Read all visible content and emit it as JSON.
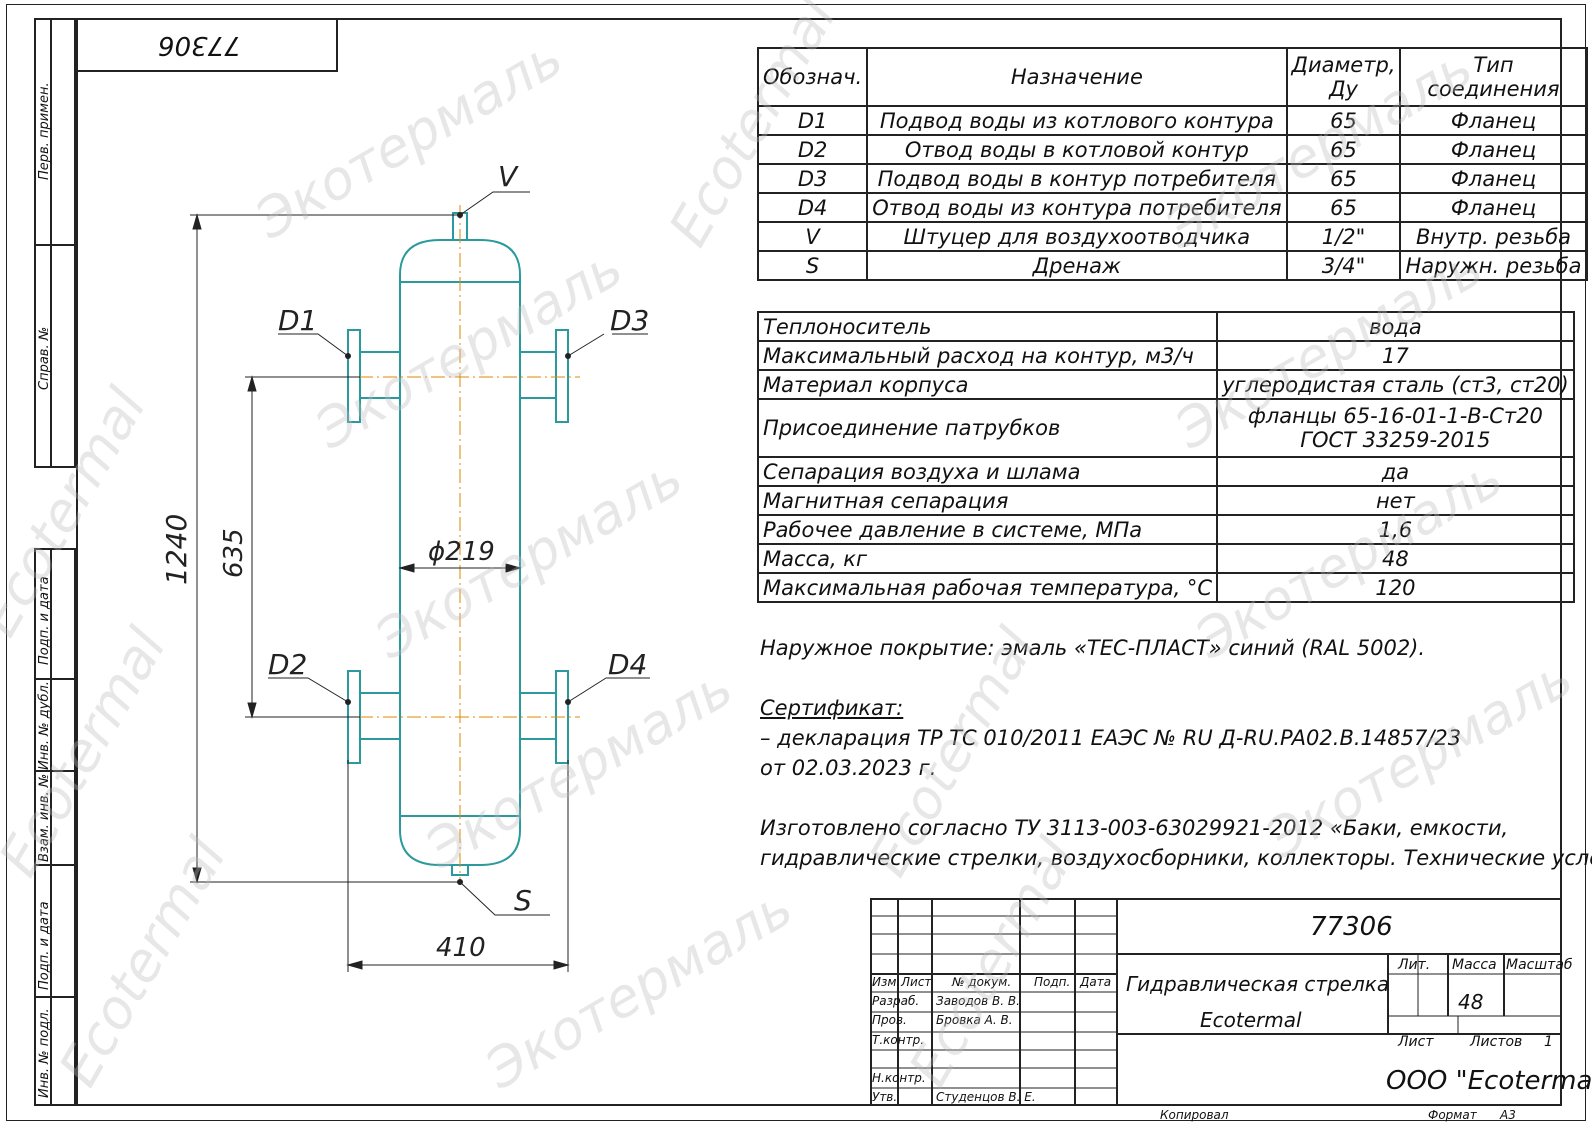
{
  "stamp_number_rotated": "77306",
  "side_labels": [
    "Перв. примен.",
    "Справ. №",
    "Подп. и дата",
    "Инв. № дубл.",
    "Взам. инв. №",
    "Подп. и дата",
    "Инв. № подл."
  ],
  "drawing": {
    "labels": {
      "v": "V",
      "s": "S",
      "d1": "D1",
      "d2": "D2",
      "d3": "D3",
      "d4": "D4",
      "dim_total": "1240",
      "dim_between": "635",
      "dim_diameter": "ϕ219",
      "dim_width": "410"
    },
    "colors": {
      "body": "#2b9a9e",
      "axis": "#e08a00",
      "lines": "#222222"
    }
  },
  "connections_table": {
    "headers": [
      "Обознач.",
      "Назначение",
      "Диаметр, Ду",
      "Тип соединения"
    ],
    "rows": [
      [
        "D1",
        "Подвод воды из котлового контура",
        "65",
        "Фланец"
      ],
      [
        "D2",
        "Отвод воды в котловой контур",
        "65",
        "Фланец"
      ],
      [
        "D3",
        "Подвод воды в контур потребителя",
        "65",
        "Фланец"
      ],
      [
        "D4",
        "Отвод воды из контура потребителя",
        "65",
        "Фланец"
      ],
      [
        "V",
        "Штуцер для воздухоотводчика",
        "1/2\"",
        "Внутр. резьба"
      ],
      [
        "S",
        "Дренаж",
        "3/4\"",
        "Наружн. резьба"
      ]
    ]
  },
  "specs_table": {
    "rows": [
      [
        "Теплоноситель",
        "вода"
      ],
      [
        "Максимальный расход на контур, м3/ч",
        "17"
      ],
      [
        "Материал корпуса",
        "углеродистая сталь (ст3, ст20)"
      ],
      [
        "Присоединение патрубков",
        "фланцы 65-16-01-1-В-Ст20\nГОСТ 33259-2015"
      ],
      [
        "Сепарация воздуха и шлама",
        "да"
      ],
      [
        "Магнитная сепарация",
        "нет"
      ],
      [
        "Рабочее давление в системе, МПа",
        "1,6"
      ],
      [
        "Масса, кг",
        "48"
      ],
      [
        "Максимальная рабочая температура, °C",
        "120"
      ]
    ]
  },
  "notes": {
    "coating": "Наружное покрытие: эмаль «ТЕС-ПЛАСТ» синий (RAL 5002).",
    "cert_title": "Сертификат:",
    "cert_line1": "– декларация ТР ТС 010/2011 ЕАЭС № RU Д-RU.PA02.B.14857/23",
    "cert_line2": "от 02.03.2023 г.",
    "tu_line1": "Изготовлено согласно ТУ 3113-003-63029921-2012 «Баки, емкости,",
    "tu_line2": "гидравлические стрелки, воздухосборники, коллекторы. Технические условия»."
  },
  "title_block": {
    "doc_number": "77306",
    "name_line1": "Гидравлическая стрелка",
    "name_line2": "Ecotermal",
    "col_headers": [
      "Изм.",
      "Лист",
      "№ докум.",
      "Подп.",
      "Дата"
    ],
    "roles": [
      {
        "role": "Разраб.",
        "name": "Заводов В. В."
      },
      {
        "role": "Пров.",
        "name": "Бровка А. В."
      },
      {
        "role": "Т.контр.",
        "name": ""
      },
      {
        "role": "",
        "name": ""
      },
      {
        "role": "Н.контр.",
        "name": ""
      },
      {
        "role": "Утв.",
        "name": "Студенцов В. Е."
      }
    ],
    "lit_label": "Лит.",
    "mass_label": "Масса",
    "scale_label": "Масштаб",
    "mass_value": "48",
    "sheet_label": "Лист",
    "sheets_label": "Листов",
    "sheets_value": "1",
    "company": "ООО \"Ecotermal\"",
    "copied_label": "Копировал",
    "format_label": "Формат",
    "format_value": "А3"
  },
  "watermarks": [
    "Экотермаль",
    "Ecotermal"
  ]
}
